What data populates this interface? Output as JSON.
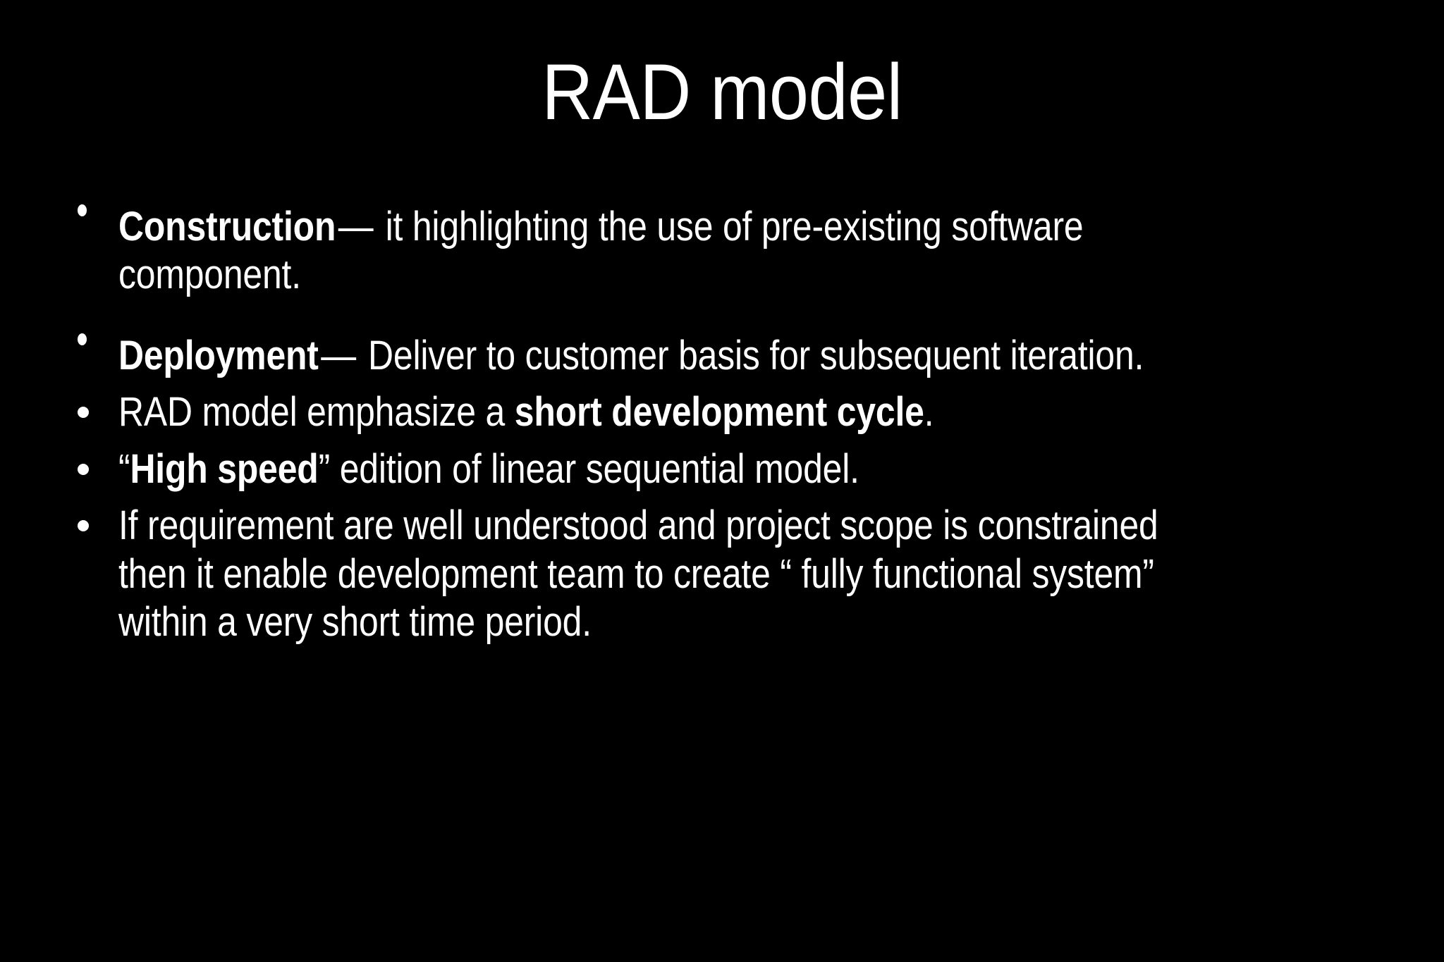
{
  "slide": {
    "background_color": "#000000",
    "text_color": "#FFFFFF",
    "title": "RAD model",
    "bullet_glyph": "•",
    "bullets": [
      {
        "id": "construction",
        "bold_lead": "Construction",
        "dash": "—",
        "rest": " it highlighting the use of pre-existing software component.",
        "full_text": "Construction — it highlighting the use of pre-existing software component."
      },
      {
        "id": "deployment",
        "bold_lead": "Deployment",
        "dash": "—",
        "rest": " Deliver to customer basis for subsequent iteration.",
        "full_text": "Deployment — Deliver to customer basis for subsequent iteration."
      },
      {
        "id": "short-development-cycle",
        "pre": "RAD model emphasize a ",
        "bold_mid": "short development cycle",
        "post": ".",
        "full_text": "RAD model emphasize a short development cycle."
      },
      {
        "id": "high-speed",
        "pre": "“",
        "bold_mid": "High speed",
        "post": "” edition of linear sequential model.",
        "full_text": "“High speed” edition of linear sequential model."
      },
      {
        "id": "requirement-scope",
        "full_text": "If requirement are well understood and project scope is constrained then it enable development team to create “ fully functional system” within a very short time period."
      }
    ]
  }
}
